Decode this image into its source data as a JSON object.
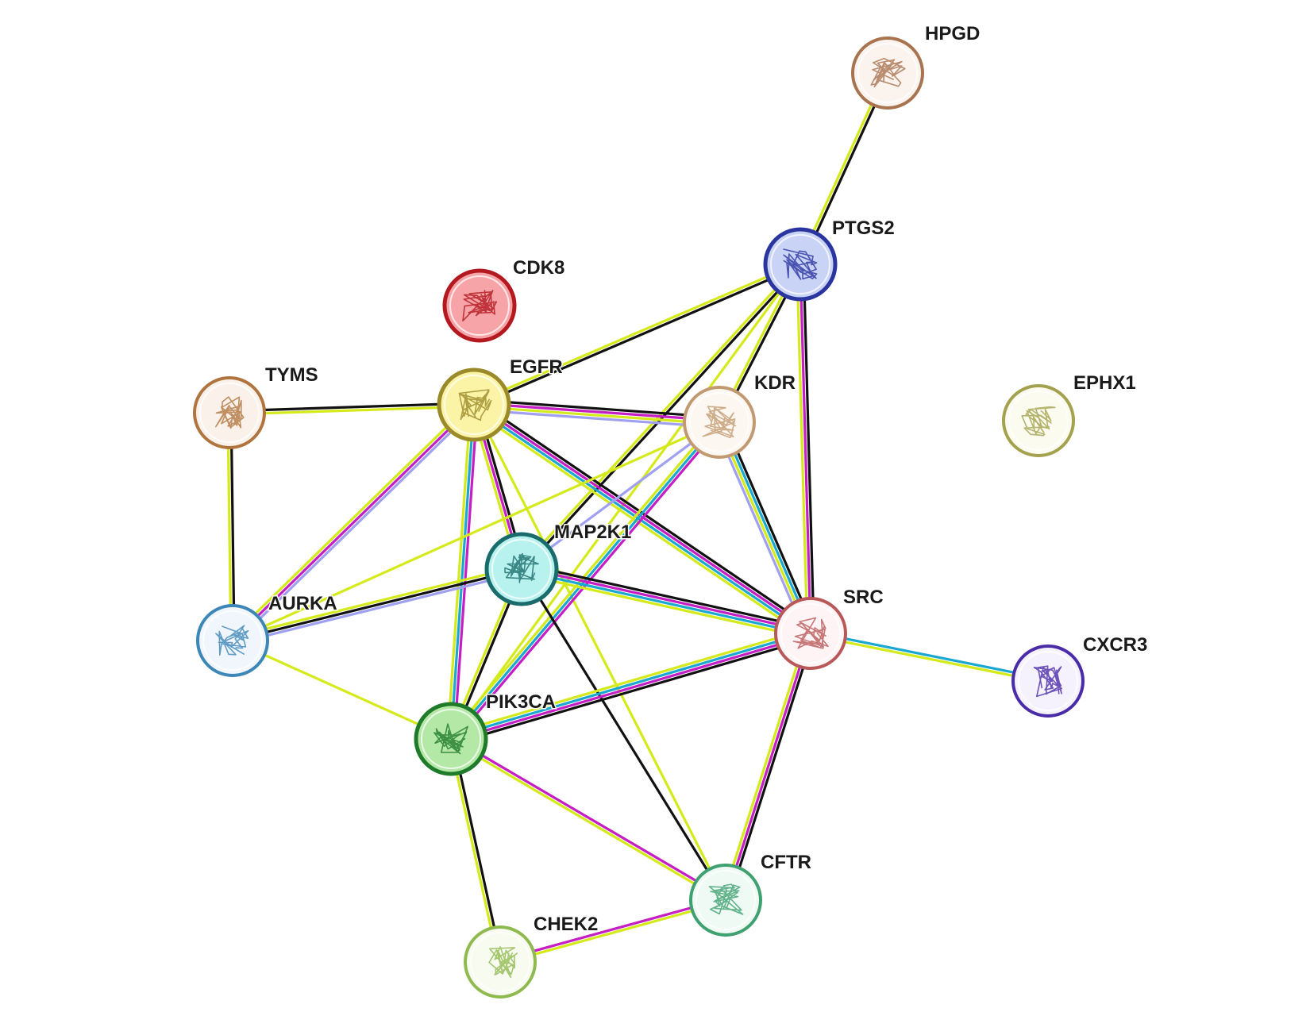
{
  "nodes": [
    {
      "id": "HPGD",
      "label": "HPGD",
      "color": "#a8734f",
      "fill": "#fbf3ee",
      "icon": "protein-structure-icon",
      "highlight": false
    },
    {
      "id": "PTGS2",
      "label": "PTGS2",
      "color": "#2a35a0",
      "fill": "#c9d3f5",
      "icon": "protein-structure-icon",
      "highlight": true
    },
    {
      "id": "CDK8",
      "label": "CDK8",
      "color": "#b3191f",
      "fill": "#f6a4a8",
      "icon": "protein-structure-icon",
      "highlight": true
    },
    {
      "id": "TYMS",
      "label": "TYMS",
      "color": "#b0743f",
      "fill": "#faf2ea",
      "icon": "protein-structure-icon",
      "highlight": false
    },
    {
      "id": "EGFR",
      "label": "EGFR",
      "color": "#9b8a2a",
      "fill": "#fbf3a6",
      "icon": "protein-structure-icon",
      "highlight": true
    },
    {
      "id": "KDR",
      "label": "KDR",
      "color": "#c29a72",
      "fill": "#fdf7f1",
      "icon": "protein-structure-icon",
      "highlight": false
    },
    {
      "id": "EPHX1",
      "label": "EPHX1",
      "color": "#a4a24e",
      "fill": "#fbfbef",
      "icon": "protein-structure-icon",
      "highlight": false
    },
    {
      "id": "MAP2K1",
      "label": "MAP2K1",
      "color": "#1a6b6b",
      "fill": "#b8f2ee",
      "icon": "protein-structure-icon",
      "highlight": true
    },
    {
      "id": "AURKA",
      "label": "AURKA",
      "color": "#3c86b8",
      "fill": "#f0f6fc",
      "icon": "protein-structure-icon",
      "highlight": false
    },
    {
      "id": "SRC",
      "label": "SRC",
      "color": "#b85858",
      "fill": "#fff4f5",
      "icon": "protein-structure-icon",
      "highlight": false
    },
    {
      "id": "CXCR3",
      "label": "CXCR3",
      "color": "#4a2ba8",
      "fill": "#f6f2fd",
      "icon": "protein-structure-icon",
      "highlight": false
    },
    {
      "id": "PIK3CA",
      "label": "PIK3CA",
      "color": "#1f7a2a",
      "fill": "#b4e8a6",
      "icon": "protein-structure-icon",
      "highlight": true
    },
    {
      "id": "CFTR",
      "label": "CFTR",
      "color": "#3fa070",
      "fill": "#eefaf3",
      "icon": "protein-structure-icon",
      "highlight": false
    },
    {
      "id": "CHEK2",
      "label": "CHEK2",
      "color": "#8fba50",
      "fill": "#f8fbef",
      "icon": "protein-structure-icon",
      "highlight": false
    }
  ],
  "edge_colors": {
    "black": "#111111",
    "yellow": "#d4ea1a",
    "magenta": "#c41ec4",
    "cyan": "#1aa8d0",
    "lavender": "#a0a0f0"
  },
  "edges": [
    {
      "source": "HPGD",
      "target": "PTGS2",
      "evidence": [
        "black",
        "yellow"
      ]
    },
    {
      "source": "PTGS2",
      "target": "EGFR",
      "evidence": [
        "black",
        "yellow"
      ]
    },
    {
      "source": "PTGS2",
      "target": "KDR",
      "evidence": [
        "black",
        "yellow"
      ]
    },
    {
      "source": "PTGS2",
      "target": "MAP2K1",
      "evidence": [
        "black",
        "yellow"
      ]
    },
    {
      "source": "PTGS2",
      "target": "SRC",
      "evidence": [
        "black",
        "magenta",
        "yellow"
      ]
    },
    {
      "source": "PTGS2",
      "target": "PIK3CA",
      "evidence": [
        "yellow"
      ]
    },
    {
      "source": "TYMS",
      "target": "EGFR",
      "evidence": [
        "black",
        "yellow"
      ]
    },
    {
      "source": "TYMS",
      "target": "AURKA",
      "evidence": [
        "black",
        "yellow"
      ]
    },
    {
      "source": "EGFR",
      "target": "KDR",
      "evidence": [
        "black",
        "magenta",
        "yellow",
        "lavender"
      ]
    },
    {
      "source": "EGFR",
      "target": "MAP2K1",
      "evidence": [
        "black",
        "magenta",
        "yellow"
      ]
    },
    {
      "source": "EGFR",
      "target": "SRC",
      "evidence": [
        "black",
        "magenta",
        "cyan",
        "yellow"
      ]
    },
    {
      "source": "EGFR",
      "target": "AURKA",
      "evidence": [
        "lavender",
        "magenta",
        "yellow"
      ]
    },
    {
      "source": "EGFR",
      "target": "PIK3CA",
      "evidence": [
        "magenta",
        "cyan",
        "yellow"
      ]
    },
    {
      "source": "EGFR",
      "target": "CFTR",
      "evidence": [
        "yellow"
      ]
    },
    {
      "source": "KDR",
      "target": "MAP2K1",
      "evidence": [
        "lavender"
      ]
    },
    {
      "source": "KDR",
      "target": "SRC",
      "evidence": [
        "black",
        "cyan",
        "yellow",
        "lavender"
      ]
    },
    {
      "source": "KDR",
      "target": "PIK3CA",
      "evidence": [
        "magenta",
        "cyan",
        "yellow"
      ]
    },
    {
      "source": "KDR",
      "target": "AURKA",
      "evidence": [
        "yellow"
      ]
    },
    {
      "source": "MAP2K1",
      "target": "AURKA",
      "evidence": [
        "lavender",
        "black",
        "yellow"
      ]
    },
    {
      "source": "MAP2K1",
      "target": "SRC",
      "evidence": [
        "black",
        "magenta",
        "cyan",
        "yellow"
      ]
    },
    {
      "source": "MAP2K1",
      "target": "PIK3CA",
      "evidence": [
        "black",
        "yellow"
      ]
    },
    {
      "source": "MAP2K1",
      "target": "CFTR",
      "evidence": [
        "black"
      ]
    },
    {
      "source": "AURKA",
      "target": "PIK3CA",
      "evidence": [
        "yellow"
      ]
    },
    {
      "source": "SRC",
      "target": "PIK3CA",
      "evidence": [
        "black",
        "magenta",
        "cyan",
        "yellow"
      ]
    },
    {
      "source": "SRC",
      "target": "CFTR",
      "evidence": [
        "black",
        "magenta",
        "yellow"
      ]
    },
    {
      "source": "SRC",
      "target": "CXCR3",
      "evidence": [
        "cyan",
        "yellow"
      ]
    },
    {
      "source": "PIK3CA",
      "target": "CHEK2",
      "evidence": [
        "black",
        "yellow"
      ]
    },
    {
      "source": "PIK3CA",
      "target": "CFTR",
      "evidence": [
        "magenta",
        "yellow"
      ]
    },
    {
      "source": "CHEK2",
      "target": "CFTR",
      "evidence": [
        "magenta",
        "yellow"
      ]
    }
  ]
}
